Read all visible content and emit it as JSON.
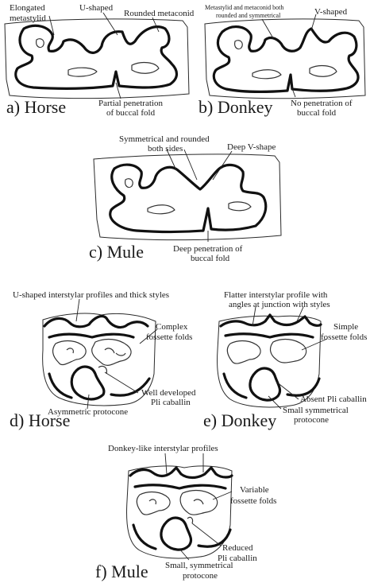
{
  "panels": {
    "a": {
      "caption": "a) Horse",
      "labels": {
        "elongated_metastylid": [
          "Elongated",
          "metastylid"
        ],
        "u_shaped": "U-shaped",
        "rounded_metaconid": "Rounded metaconid",
        "partial_penetration": [
          "Partial penetration",
          "of buccal fold"
        ]
      }
    },
    "b": {
      "caption": "b) Donkey",
      "labels": {
        "metastylid_metaconid": [
          "Metastylid and metaconid both",
          "rounded and symmetrical"
        ],
        "v_shaped": "V-shaped",
        "no_penetration": [
          "No penetration of",
          "buccal fold"
        ]
      }
    },
    "c": {
      "caption": "c) Mule",
      "labels": {
        "symmetrical_rounded": [
          "Symmetrical and rounded",
          "both sides"
        ],
        "deep_v_shape": "Deep V-shape",
        "deep_penetration": [
          "Deep penetration of",
          "buccal fold"
        ]
      }
    },
    "d": {
      "caption": "d) Horse",
      "labels": {
        "u_shaped_interstylar": "U-shaped interstylar profiles and thick styles",
        "complex_fossette": [
          "Complex",
          "fossette folds"
        ],
        "well_developed": [
          "Well developed",
          "Pli caballin"
        ],
        "asymmetric_protocone": "Asymmetric protocone"
      }
    },
    "e": {
      "caption": "e) Donkey",
      "labels": {
        "flatter_interstylar": [
          "Flatter interstylar profile with",
          "angles at junction with styles"
        ],
        "simple_fossette": [
          "Simple",
          "fossette folds"
        ],
        "absent_pli": "Absent Pli caballin",
        "small_symmetrical": [
          "Small symmetrical",
          "protocone"
        ]
      }
    },
    "f": {
      "caption": "f) Mule",
      "labels": {
        "donkey_like": "Donkey-like interstylar profiles",
        "variable_fossette": [
          "Variable",
          "fossette folds"
        ],
        "reduced_pli": [
          "Reduced",
          "Pli caballin"
        ],
        "small_symmetrical_protocone": [
          "Small, symmetrical",
          "protocone"
        ]
      }
    }
  }
}
